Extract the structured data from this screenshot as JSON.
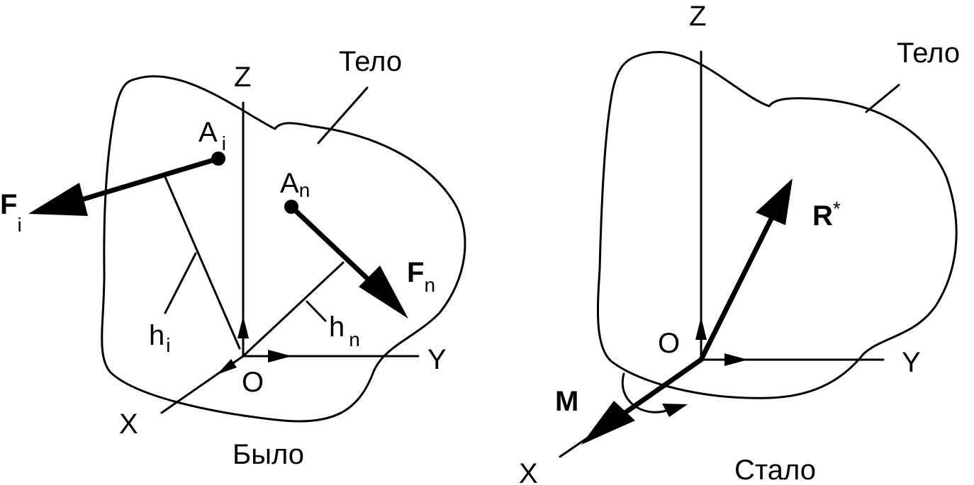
{
  "left": {
    "body_label": "Тело",
    "caption": "Было",
    "axes": {
      "z": "Z",
      "y": "Y",
      "x": "X",
      "origin": "O"
    },
    "points": [
      {
        "name": "A",
        "sub": "i"
      },
      {
        "name": "A",
        "sub": "n"
      }
    ],
    "forces": [
      {
        "name": "F",
        "sub": "i"
      },
      {
        "name": "F",
        "sub": "n"
      }
    ],
    "arms": [
      {
        "name": "h",
        "sub": "i"
      },
      {
        "name": "h",
        "sub": "n"
      }
    ]
  },
  "right": {
    "body_label": "Тело",
    "caption": "Стало",
    "axes": {
      "z": "Z",
      "y": "Y",
      "x": "X",
      "origin": "O"
    },
    "resultant": {
      "name": "R",
      "sup": "*"
    },
    "moment": {
      "name": "M"
    }
  }
}
